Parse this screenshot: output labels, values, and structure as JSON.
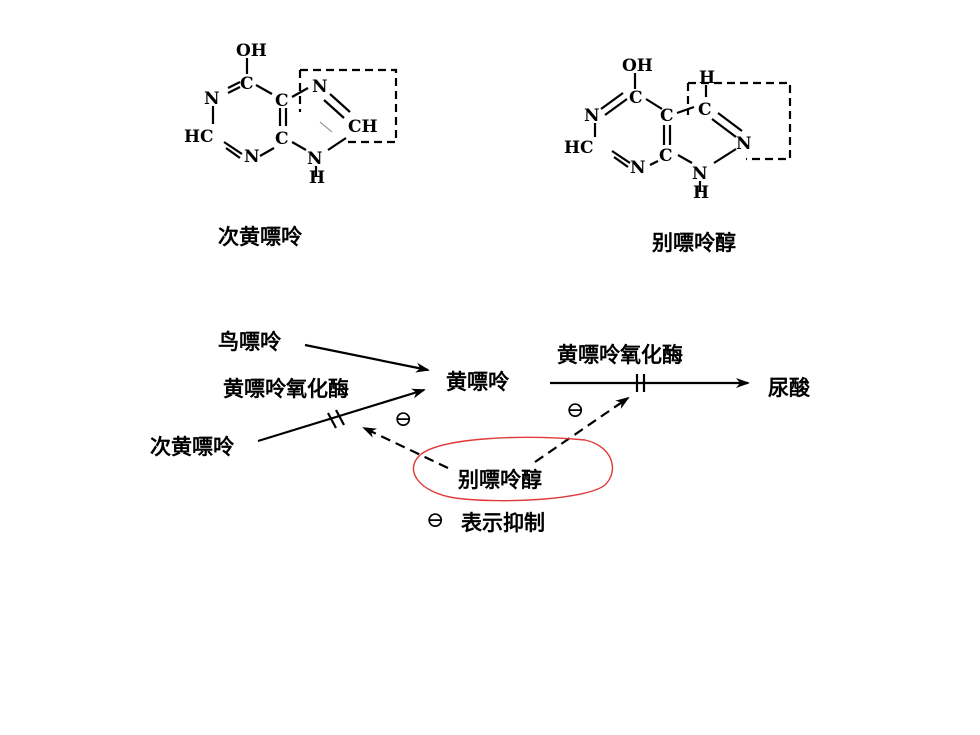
{
  "structures": {
    "hypoxanthine": {
      "caption": "次黄嘌呤",
      "atoms": {
        "oh": "OH",
        "n1": "N",
        "c6": "C",
        "c5": "C",
        "n7": "N",
        "c8": "CH",
        "c2": "HC",
        "n3": "N",
        "c4": "C",
        "n9": "N",
        "h9": "H"
      }
    },
    "allopurinol": {
      "caption": "别嘌呤醇",
      "atoms": {
        "oh": "OH",
        "n1": "N",
        "c4": "C",
        "c3a": "C",
        "c3": "C",
        "h3": "H",
        "n2": "N",
        "c6": "HC",
        "n5": "N",
        "c7a": "C",
        "n1b": "N",
        "h1": "H"
      }
    }
  },
  "pathway": {
    "guanine": "鸟嘌呤",
    "hypoxanthine": "次黄嘌呤",
    "xanthine": "黄嘌呤",
    "uric_acid": "尿酸",
    "enzyme_1": "黄嘌呤氧化酶",
    "enzyme_2": "黄嘌呤氧化酶",
    "inhibitor": "别嘌呤醇",
    "inhibit_sign_1": "⊖",
    "inhibit_sign_2": "⊖",
    "legend_sign": "⊖",
    "legend_text": "表示抑制"
  },
  "annotation": {
    "circle_color": "#e03a3a"
  }
}
